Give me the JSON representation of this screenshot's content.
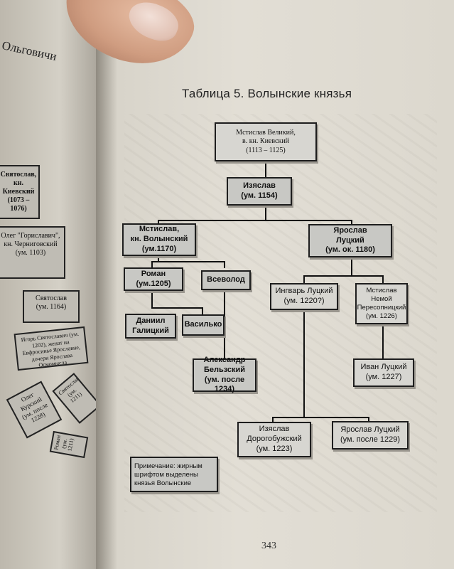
{
  "left_page": {
    "heading": "Ольговичи",
    "boxes": [
      {
        "label": "Святослав,"
      },
      {
        "label": "кн. Киевский"
      },
      {
        "label": "(1073 – 1076)"
      },
      {
        "label": "Олег \"Гориславич\","
      },
      {
        "label": "кн. Черниговский"
      },
      {
        "label": "(ум. 1103)"
      },
      {
        "label": "Святослав"
      },
      {
        "label": "(ум. 1164)"
      },
      {
        "label": "Игорь Святославич (ум. 1202), женат на Евфросинье Ярославне, дочери Ярослава Осмомысла"
      },
      {
        "label": "Олег Курский (ум. после 1228)"
      },
      {
        "label": "Святослав (ум. 1211)"
      },
      {
        "label": "Роман (ум. 1211)"
      }
    ]
  },
  "title": "Таблица 5. Волынские князья",
  "nodes": {
    "mstislav_velikiy": [
      "Мстислав Великий,",
      "в. кн. Киевский",
      "(1113 – 1125)"
    ],
    "izyaslav": [
      "Изяслав",
      "(ум. 1154)"
    ],
    "mstislav_volynskiy": [
      "Мстислав,",
      "кн. Волынский",
      "(ум.1170)"
    ],
    "yaroslav_lutskiy": [
      "Ярослав",
      "Луцкий",
      "(ум. ок. 1180)"
    ],
    "roman": [
      "Роман",
      "(ум.1205)"
    ],
    "vsevolod": [
      "Всеволод"
    ],
    "ingvar": [
      "Ингварь Луцкий",
      "(ум. 1220?)"
    ],
    "mstislav_nemoy": [
      "Мстислав",
      "Немой",
      "Пересопницкий",
      "(ум. 1226)"
    ],
    "daniil": [
      "Даниил",
      "Галицкий"
    ],
    "vasilko": [
      "Василько"
    ],
    "aleksandr": [
      "Александр",
      "Бельзский",
      "(ум. после 1234)"
    ],
    "ivan": [
      "Иван Луцкий",
      "(ум. 1227)"
    ],
    "izyaslav_dorog": [
      "Изяслав",
      "Дорогобужский",
      "(ум. 1223)"
    ],
    "yaroslav_lutskiy2": [
      "Ярослав Луцкий",
      "(ум. после 1229)"
    ]
  },
  "note": "Примечание: жирным шрифтом выделены князья Волынские",
  "page_number": "343"
}
